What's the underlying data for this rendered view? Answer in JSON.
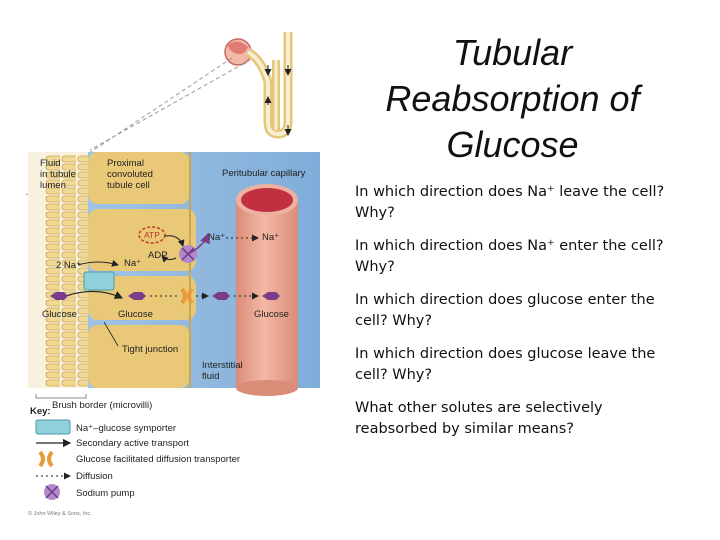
{
  "slide": {
    "title_lines": [
      "Tubular",
      "Reabsorption of",
      "Glucose"
    ],
    "questions": [
      "In which direction does Na⁺ leave the cell? Why?",
      "In which direction does Na⁺ enter the cell? Why?",
      "In which direction does glucose enter the cell? Why?",
      "In which direction does glucose leave the cell? Why?",
      "What other solutes are selectively reabsorbed by similar means?"
    ]
  },
  "diagram": {
    "labels": {
      "fluid_lumen": [
        "Fluid",
        "in tubule",
        "lumen"
      ],
      "pct_cell": [
        "Proximal",
        "convoluted",
        "tubule cell"
      ],
      "capillary": "Peritubular capillary",
      "atp": "ATP",
      "adp": "ADP",
      "na_top": "Na⁺",
      "na_right": "Na⁺",
      "two_na": "2 Na⁺",
      "na_mid": "Na⁺",
      "glucose_lumen": "Glucose",
      "glucose_cell": "Glucose",
      "glucose_cap": "Glucose",
      "tight_junction": "Tight junction",
      "interstitial": [
        "Interstitial",
        "fluid"
      ],
      "brush_border": "Brush border (microvilli)",
      "copyright": "© John Wiley & Sons, Inc."
    },
    "key": {
      "title": "Key:",
      "items": [
        "Na⁺–glucose symporter",
        "Secondary active transport",
        "Glucose facilitated diffusion transporter",
        "Diffusion",
        "Sodium pump"
      ]
    },
    "colors": {
      "cell": "#e9c878",
      "lumen": "#f7f1dd",
      "interstitial": "#8fb8e0",
      "capillary": "#e8a08a",
      "capillary_inner": "#c03040",
      "glucose": "#7a3d8a",
      "symporter": "#8fd0da",
      "transporter": "#e89a3c",
      "pump": "#b388c8"
    }
  }
}
